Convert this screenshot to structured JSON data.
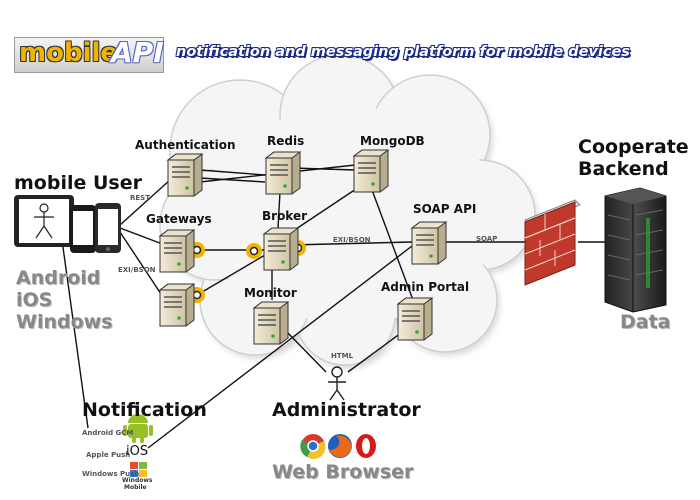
{
  "logo": {
    "part1": "mobile",
    "part2": "API"
  },
  "tagline": "notification and messaging platform for mobile devices",
  "nodes": {
    "authentication": "Authentication",
    "redis": "Redis",
    "mongodb": "MongoDB",
    "gateways": "Gateways",
    "broker": "Broker",
    "soap_api": "SOAP API",
    "monitor": "Monitor",
    "admin_portal": "Admin Portal"
  },
  "mobile_user": {
    "title": "mobile User",
    "platforms": [
      "Android",
      "iOS",
      "Windows"
    ]
  },
  "backend": {
    "title_line1": "Cooperate",
    "title_line2": "Backend",
    "data": "Data"
  },
  "edge_labels": {
    "rest": "REST",
    "exi_bson_left": "EXI/BSON",
    "exi_bson_center": "EXI/BSON",
    "soap": "SOAP",
    "html": "HTML"
  },
  "notification": {
    "title": "Notification",
    "items": [
      {
        "label": "Android GCM",
        "icon": "android-icon"
      },
      {
        "label": "Apple Push",
        "icon": "ios-icon",
        "badge": "iOS"
      },
      {
        "label": "Windows Push",
        "icon": "windows-mobile-icon",
        "badge_line1": "Windows",
        "badge_line2": "Mobile"
      }
    ]
  },
  "administrator": {
    "title": "Administrator"
  },
  "web_browser": {
    "title": "Web Browser",
    "icons": [
      "chrome-icon",
      "firefox-icon",
      "opera-icon"
    ]
  },
  "colors": {
    "logo_yellow": "#f0b400",
    "tagline_outline": "#1a2a88",
    "gateway_dot": "#f0b400",
    "firewall": "#c0392b",
    "cloud_fill": "#f4f4f4"
  }
}
